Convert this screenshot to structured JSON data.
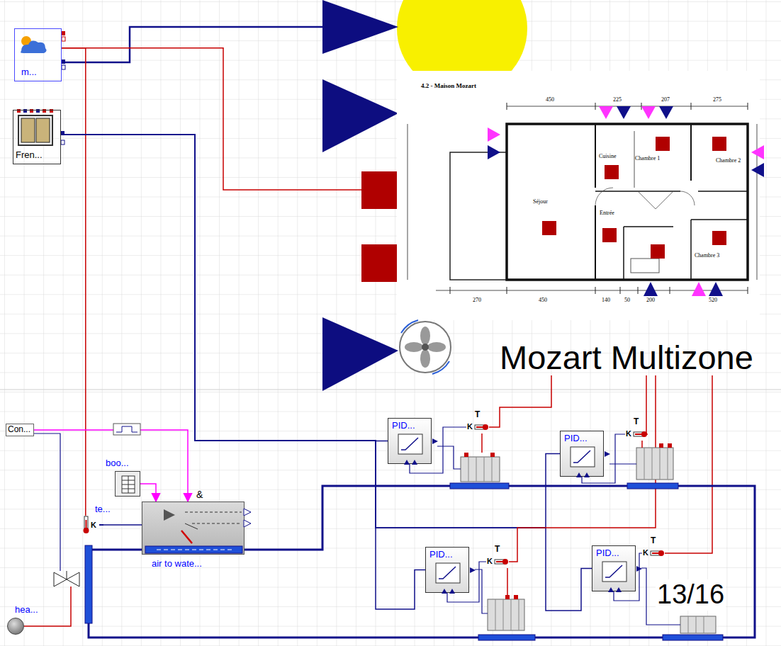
{
  "diagram": {
    "nodes": [
      {
        "text": [
          "m..."
        ]
      },
      {
        "text": [
          "Fren..."
        ]
      },
      {
        "text": [
          "4.2 - Maison Mozart",
          "Mozart Multizone"
        ]
      },
      {
        "text": [
          "Con..."
        ]
      },
      {
        "text": [
          "boo..."
        ]
      },
      {
        "text": [
          "te...",
          "K"
        ]
      },
      {
        "text": [
          "&",
          "air to wate..."
        ]
      },
      {
        "text": [
          "hea..."
        ]
      },
      {
        "text": [
          "PID..."
        ]
      },
      {
        "text": [
          "PID..."
        ]
      },
      {
        "text": [
          "PID..."
        ]
      },
      {
        "text": [
          "PID..."
        ]
      },
      {
        "text": [
          "T",
          "K"
        ]
      },
      {
        "text": [
          "T",
          "K"
        ]
      },
      {
        "text": [
          "T",
          "K"
        ]
      },
      {
        "text": [
          "T",
          "K"
        ]
      }
    ],
    "edges": [
      {
        "from": 0,
        "to": 2,
        "arrow": "none"
      },
      {
        "from": 0,
        "to": 2,
        "arrow": "none"
      },
      {
        "from": 0,
        "to": 5,
        "arrow": "none"
      },
      {
        "from": 1,
        "to": 8,
        "arrow": "none"
      },
      {
        "from": 1,
        "to": 9,
        "arrow": "none"
      },
      {
        "from": 1,
        "to": 10,
        "arrow": "none"
      },
      {
        "from": 1,
        "to": 11,
        "arrow": "none"
      },
      {
        "from": 3,
        "to": 6,
        "arrow": "to"
      },
      {
        "from": 4,
        "to": 6,
        "arrow": "to"
      },
      {
        "from": 5,
        "to": 6,
        "arrow": "none"
      },
      {
        "from": 2,
        "to": 12,
        "arrow": "none"
      },
      {
        "from": 2,
        "to": 13,
        "arrow": "none"
      },
      {
        "from": 2,
        "to": 14,
        "arrow": "none"
      },
      {
        "from": 2,
        "to": 15,
        "arrow": "none"
      },
      {
        "from": 12,
        "to": 8,
        "arrow": "none"
      },
      {
        "from": 13,
        "to": 9,
        "arrow": "none"
      },
      {
        "from": 14,
        "to": 10,
        "arrow": "none"
      },
      {
        "from": 15,
        "to": 11,
        "arrow": "none"
      }
    ],
    "labels": [
      "450",
      "225",
      "207",
      "275",
      "Cuisine",
      "Chambre 1",
      "Chambre 2",
      "Séjour",
      "Entrée",
      "Chambre 3",
      "270",
      "450",
      "140",
      "50",
      "200",
      "520",
      "13/16"
    ]
  }
}
